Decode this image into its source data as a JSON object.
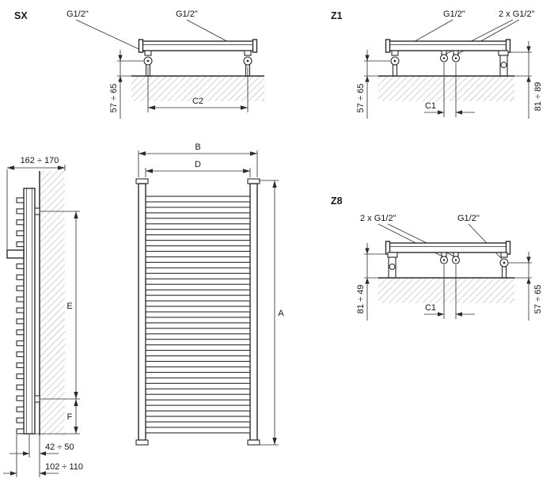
{
  "drawing": {
    "colors": {
      "line": "#2b2b2b",
      "hatch": "#a6a6a6",
      "background": "#ffffff"
    },
    "sx": {
      "label": "SX",
      "conn_left": "G1/2\"",
      "conn_right": "G1/2\"",
      "dim_wall_distance": "57 ÷ 65",
      "dim_connection_span": "C2"
    },
    "z1": {
      "label": "Z1",
      "conn_side": "G1/2\"",
      "conn_center": "2 x G1/2\"",
      "dim_wall_distance": "57 ÷ 65",
      "dim_center_span": "C1",
      "dim_valve_depth": "81 ÷ 89"
    },
    "z8": {
      "label": "Z8",
      "conn_center": "2 x G1/2\"",
      "conn_side": "G1/2\"",
      "dim_valve_depth": "81 ÷ 49",
      "dim_center_span": "C1",
      "dim_wall_distance": "57 ÷ 65"
    },
    "side_view": {
      "dim_total_depth": "162 ÷ 170",
      "dim_mounting_height": "E",
      "dim_bottom_offset": "F",
      "dim_axis_to_wall": "42 ÷ 50",
      "dim_front_to_wall": "102 ÷ 110"
    },
    "front_view": {
      "dim_overall_width": "B",
      "dim_inner_width": "D",
      "dim_overall_height": "A"
    }
  }
}
